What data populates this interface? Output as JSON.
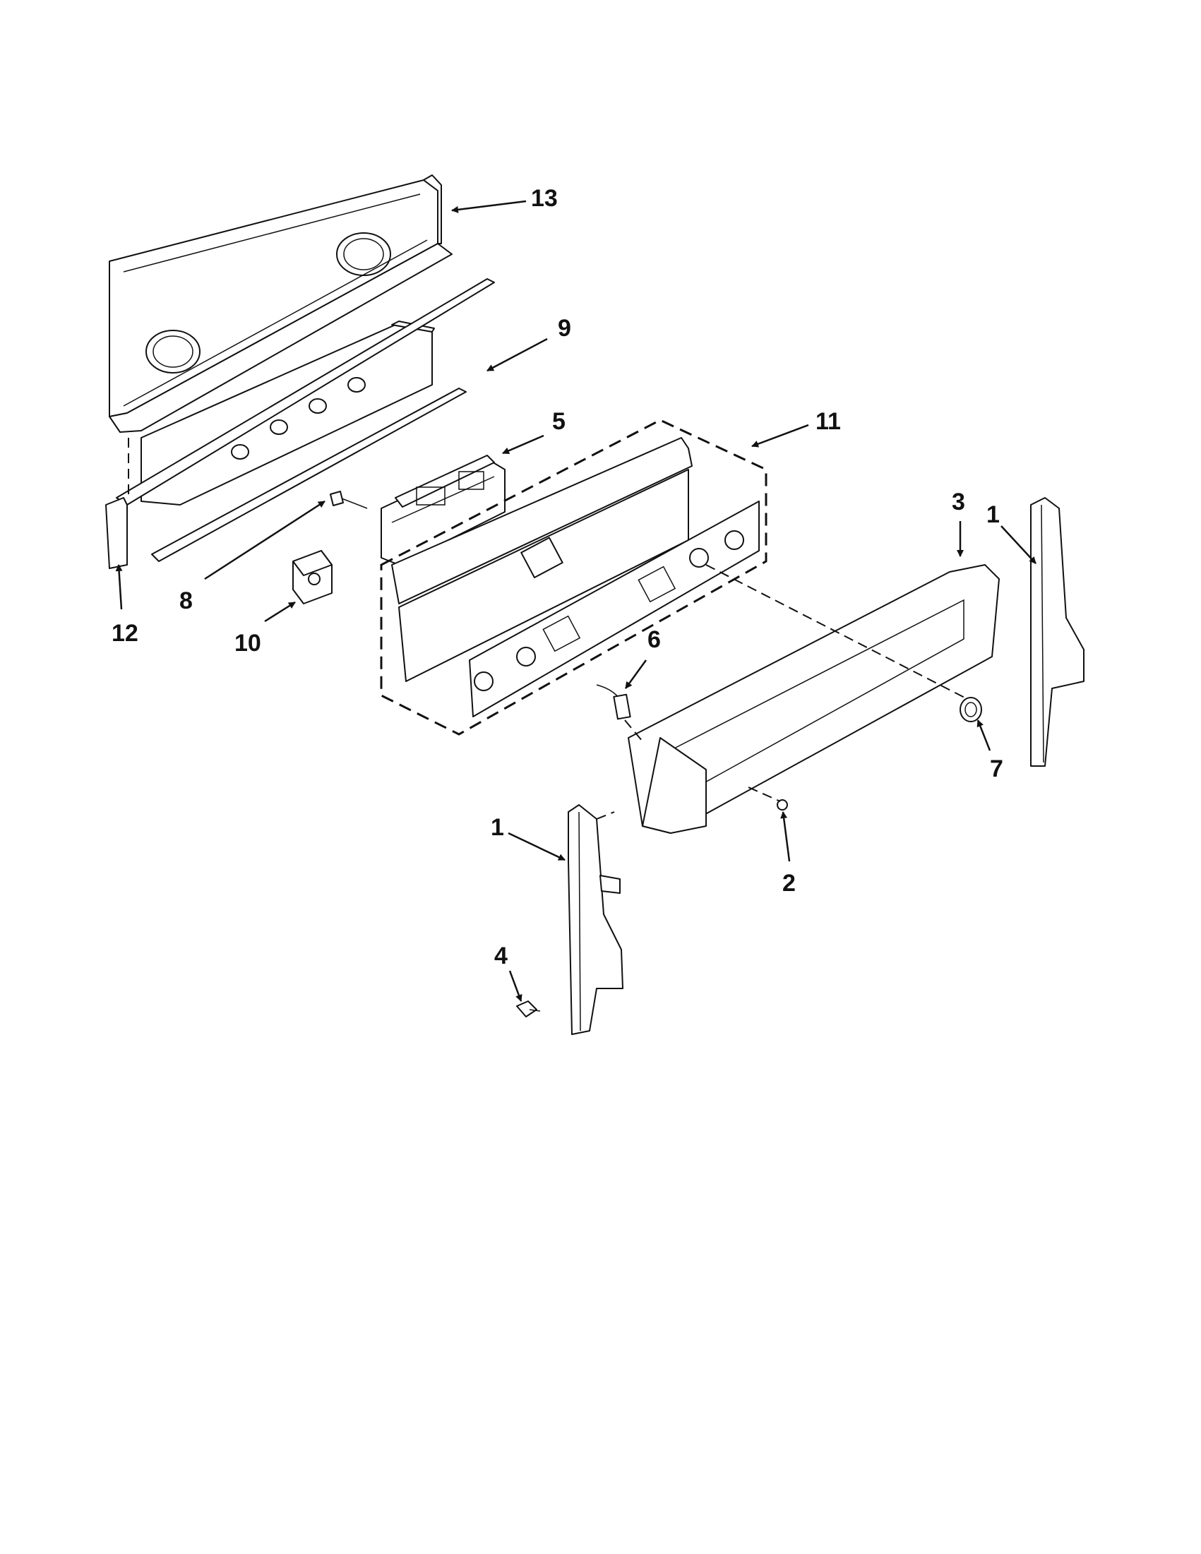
{
  "diagram": {
    "callouts": [
      {
        "id": "c13",
        "label": "13"
      },
      {
        "id": "c9",
        "label": "9"
      },
      {
        "id": "c5",
        "label": "5"
      },
      {
        "id": "c11",
        "label": "11"
      },
      {
        "id": "c3",
        "label": "3"
      },
      {
        "id": "c1a",
        "label": "1"
      },
      {
        "id": "c12",
        "label": "12"
      },
      {
        "id": "c8",
        "label": "8"
      },
      {
        "id": "c10",
        "label": "10"
      },
      {
        "id": "c6",
        "label": "6"
      },
      {
        "id": "c7",
        "label": "7"
      },
      {
        "id": "c1b",
        "label": "1"
      },
      {
        "id": "c2",
        "label": "2"
      },
      {
        "id": "c4",
        "label": "4"
      }
    ]
  }
}
